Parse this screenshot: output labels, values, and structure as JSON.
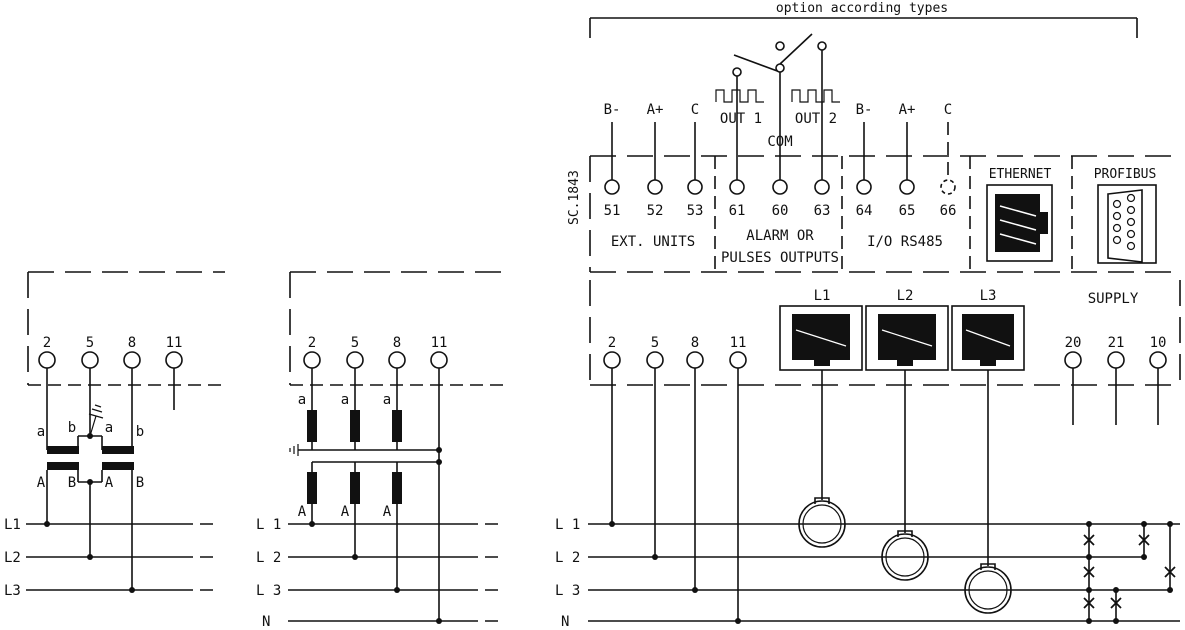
{
  "header": {
    "option_label": "option according types"
  },
  "side_code": "SC.1843",
  "modules": {
    "ext_units": {
      "label": "EXT. UNITS",
      "signals": [
        "B-",
        "A+",
        "C"
      ],
      "terminals": [
        "51",
        "52",
        "53"
      ]
    },
    "alarm": {
      "label_line1": "ALARM OR",
      "label_line2": "PULSES OUTPUTS",
      "out1": "OUT 1",
      "out2": "OUT 2",
      "com": "COM",
      "terminals": [
        "61",
        "60",
        "63"
      ]
    },
    "io": {
      "label": "I/O RS485",
      "signals": [
        "B-",
        "A+",
        "C"
      ],
      "terminals": [
        "64",
        "65",
        "66"
      ]
    },
    "ethernet": {
      "label": "ETHERNET"
    },
    "profibus": {
      "label": "PROFIBUS"
    }
  },
  "main": {
    "voltage_terminals": [
      "2",
      "5",
      "8",
      "11"
    ],
    "current_inputs": [
      "L1",
      "L2",
      "L3"
    ],
    "supply_label": "SUPPLY",
    "supply_terminals": [
      "20",
      "21",
      "10"
    ]
  },
  "lines": {
    "three_wire": [
      "L1",
      "L2",
      "L3"
    ],
    "four_wire": [
      "L 1",
      "L 2",
      "L 3",
      "N"
    ],
    "main": [
      "L 1",
      "L 2",
      "L 3",
      "N"
    ]
  },
  "diagram1": {
    "terminals": [
      "2",
      "5",
      "8",
      "11"
    ],
    "secondary_labels": [
      "a",
      "b",
      "a",
      "b"
    ],
    "primary_labels": [
      "A",
      "B",
      "A",
      "B"
    ]
  },
  "diagram2": {
    "terminals": [
      "2",
      "5",
      "8",
      "11"
    ],
    "secondary_labels": [
      "a",
      "a",
      "a"
    ],
    "primary_labels": [
      "A",
      "A",
      "A"
    ]
  }
}
